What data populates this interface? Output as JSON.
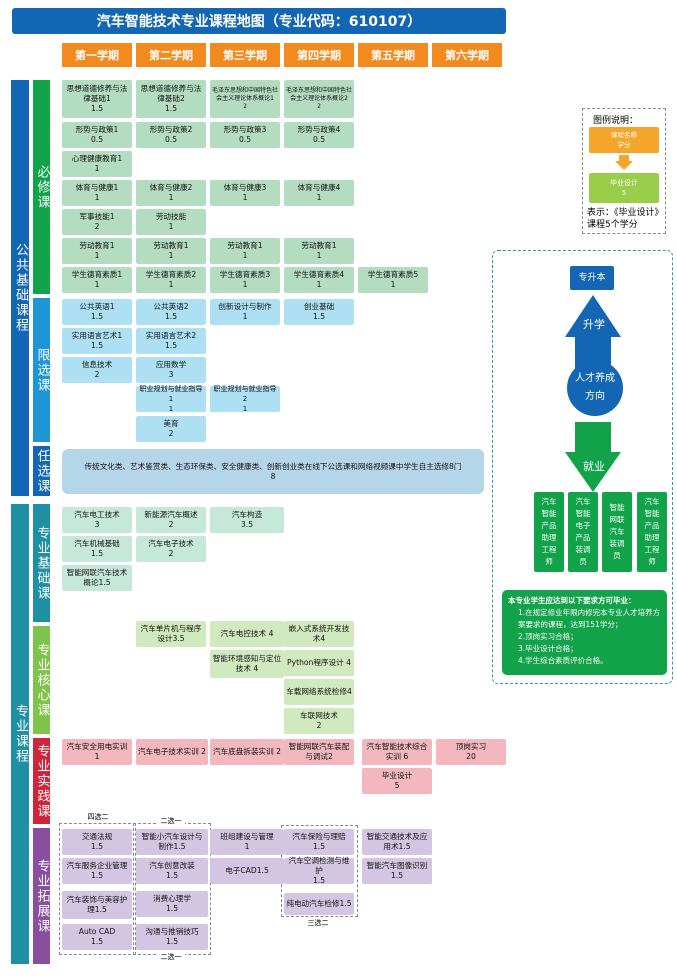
{
  "title": "汽车智能技术专业课程地图（专业代码：610107）",
  "semesters": [
    "第一学期",
    "第二学期",
    "第三学期",
    "第四学期",
    "第五学期",
    "第六学期"
  ],
  "categories": {
    "public": "公共基础课程",
    "required": "必修课",
    "limited": "限选课",
    "elective": "任选课",
    "professional": "专业课程",
    "base": "专业基础课",
    "core": "专业核心课",
    "practice": "专业实践课",
    "extend": "专业拓展课"
  },
  "courses": {
    "r1a": [
      "思想道德修养与法律基础1",
      "1.5"
    ],
    "r1b": [
      "思想道德修养与法律基础2",
      "1.5"
    ],
    "r1c": [
      "毛泽东思想和中国特色社会主义理论体系概论1",
      "2"
    ],
    "r1d": [
      "毛泽东思想和中国特色社会主义理论体系概论2",
      "2"
    ],
    "r2a": [
      "形势与政策1",
      "0.5"
    ],
    "r2b": [
      "形势与政策2",
      "0.5"
    ],
    "r2c": [
      "形势与政策3",
      "0.5"
    ],
    "r2d": [
      "形势与政策4",
      "0.5"
    ],
    "r3a": [
      "心理健康教育1",
      "1"
    ],
    "r4a": [
      "体育与健康1",
      "1"
    ],
    "r4b": [
      "体育与健康2",
      "1"
    ],
    "r4c": [
      "体育与健康3",
      "1"
    ],
    "r4d": [
      "体育与健康4",
      "1"
    ],
    "r5a": [
      "军事技能1",
      "2"
    ],
    "r5b": [
      "劳动技能",
      "1"
    ],
    "r6a": [
      "劳动教育1",
      "1"
    ],
    "r6b": [
      "劳动教育1",
      "1"
    ],
    "r6c": [
      "劳动教育1",
      "1"
    ],
    "r6d": [
      "劳动教育1",
      "1"
    ],
    "r7a": [
      "学生德育素质1",
      "1"
    ],
    "r7b": [
      "学生德育素质2",
      "1"
    ],
    "r7c": [
      "学生德育素质3",
      "1"
    ],
    "r7d": [
      "学生德育素质4",
      "1"
    ],
    "r7e": [
      "学生德育素质5",
      "1"
    ],
    "l1a": [
      "公共英语1",
      "1.5"
    ],
    "l1b": [
      "公共英语2",
      "1.5"
    ],
    "l1c": [
      "创新设计与制作",
      "1"
    ],
    "l1d": [
      "创业基础",
      "1.5"
    ],
    "l2a": [
      "实用语言艺术1",
      "1.5"
    ],
    "l2b": [
      "实用语言艺术2",
      "1.5"
    ],
    "l3a": [
      "信息技术",
      "2"
    ],
    "l3b": [
      "应用数学",
      "3"
    ],
    "l4b": [
      "职业规划与就业指导1",
      "1"
    ],
    "l4c": [
      "职业规划与就业指导2",
      "1"
    ],
    "l5b": [
      "美育",
      "2"
    ],
    "e1": [
      "传统文化类、艺术鉴赏类、生态环保类、安全健康类、创新创业类在线下公选课和网络视频课中学生自主选修8门",
      "8"
    ],
    "b1a": [
      "汽车电工技术",
      "3"
    ],
    "b1b": [
      "新能源汽车概述",
      "2"
    ],
    "b1c": [
      "汽车构造",
      "3.5"
    ],
    "b2a": [
      "汽车机械基础",
      "1.5"
    ],
    "b2b": [
      "汽车电子技术",
      "2"
    ],
    "b3a": [
      "智能网联汽车技术概论1.5",
      ""
    ],
    "c1b": [
      "汽车单片机与程序设计3.5",
      ""
    ],
    "c1c": [
      "汽车电控技术 4",
      ""
    ],
    "c1d": [
      "嵌入式系统开发技术4",
      ""
    ],
    "c2c": [
      "智能环境感知与定位技术 4",
      ""
    ],
    "c2d": [
      "Python程序设计 4",
      ""
    ],
    "c3d": [
      "车载网络系统检修4",
      ""
    ],
    "c4d": [
      "车联网技术",
      "2"
    ],
    "p1a": [
      "汽车安全用电实训",
      "1"
    ],
    "p1b": [
      "汽车电子技术实训 2",
      ""
    ],
    "p1c": [
      "汽车底盘拆装实训 2",
      ""
    ],
    "p1d": [
      "智能网联汽车装配与调试2",
      ""
    ],
    "p1e": [
      "汽车智能技术综合实训 6",
      ""
    ],
    "p1f": [
      "顶岗实习",
      "20"
    ],
    "p2e": [
      "毕业设计",
      "5"
    ],
    "x1a": [
      "交通法规",
      "1.5"
    ],
    "x1b": [
      "智能小汽车设计与制作1.5",
      ""
    ],
    "x1c": [
      "班组建设与管理",
      "1"
    ],
    "x1d": [
      "汽车保险与理赔",
      "1.5"
    ],
    "x1e": [
      "智能交通技术及应用术1.5",
      ""
    ],
    "x2a": [
      "汽车服务企业管理",
      "1.5"
    ],
    "x2b": [
      "汽车创意改装",
      "1.5"
    ],
    "x2c": [
      "电子CAD1.5",
      ""
    ],
    "x2d": [
      "汽车空调检测与维护",
      "1.5"
    ],
    "x2e": [
      "智能汽车图像识别",
      "1.5"
    ],
    "x3a": [
      "汽车装饰与美容护理1.5",
      ""
    ],
    "x3b": [
      "消费心理学",
      "1.5"
    ],
    "x3d": [
      "纯电动汽车检修1.5",
      ""
    ],
    "x4a": [
      "Auto CAD",
      "1.5"
    ],
    "x4b": [
      "沟通与推销技巧",
      "1.5"
    ]
  },
  "choose_labels": {
    "a": "四选二",
    "b_top": "二选一",
    "b_bottom": "二选一",
    "d": "三选二"
  },
  "legend": {
    "title": "图例说明：",
    "box1": "课程名称\n学分",
    "box2_name": "毕业设计",
    "box2_credit": "5",
    "desc": "表示：《毕业设计》课程5个学分"
  },
  "career": {
    "upgrade": "专升本",
    "up_label": "升学",
    "direction": "人才养成\n方向",
    "employ_label": "就业",
    "jobs": [
      "汽车智能产品助理工程师",
      "汽车智能电子产品装调员",
      "智能网联汽车装调员",
      "汽车智能产品助理工程师"
    ]
  },
  "graduation": {
    "heading": "本专业学生应达到以下要求方可毕业：",
    "items": [
      "1.在规定修业年限内修完本专业人才培养方案要求的课程，达到151学分；",
      "2.顶岗实习合格；",
      "3.毕业设计合格；",
      "4.学生综合素质评价合格。"
    ]
  },
  "colors": {
    "title_bg": "#1366b3",
    "semester_bg": "#f28a1e",
    "public_bar": "#1366b3",
    "required_bar": "#11a24a",
    "limited_bar": "#1f96d4",
    "professional_bar": "#1f8fa3",
    "core_bar": "#7ec34a",
    "practice_bar": "#d0243b",
    "extend_bar": "#8a4ea1"
  }
}
